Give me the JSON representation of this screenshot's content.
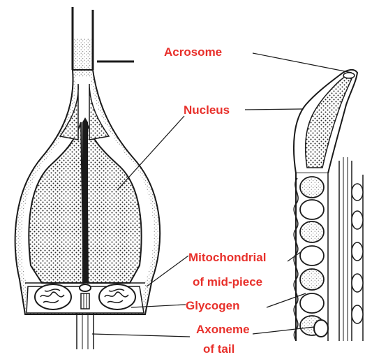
{
  "labels": {
    "acrosome": "Acrosome",
    "nucleus": "Nucleus",
    "mito_line1": "Mitochondrial",
    "mito_line2": "of mid-piece",
    "glycogen": "Glycogen",
    "axoneme_line1": "Axoneme",
    "axoneme_line2": "of tail"
  },
  "colors": {
    "label": "#e8302b",
    "ink": "#1a1a1a",
    "background": "#ffffff"
  }
}
